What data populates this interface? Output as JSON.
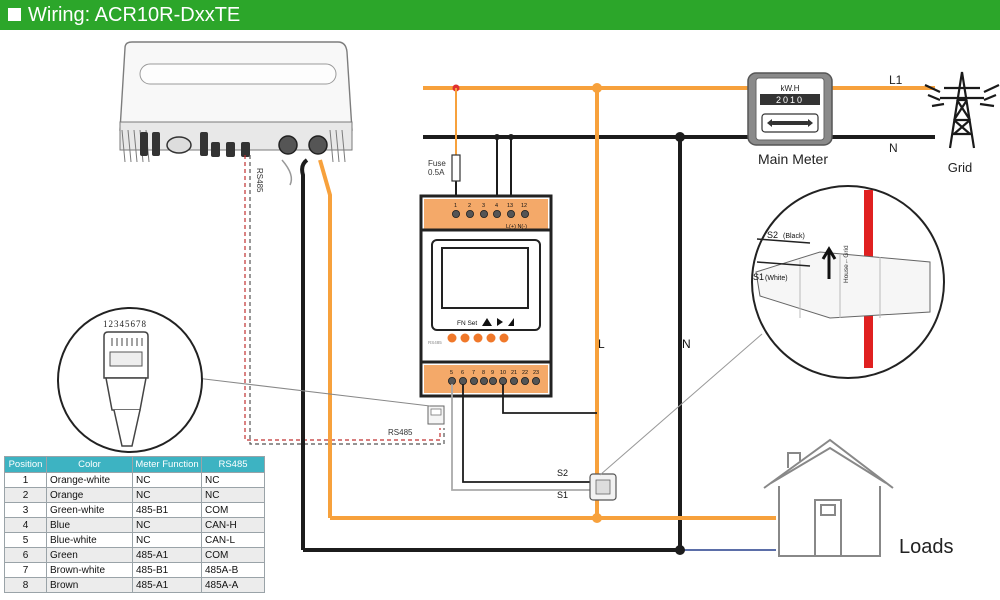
{
  "header": {
    "title": "Wiring: ACR10R-DxxTE"
  },
  "labels": {
    "rs485_inverter": "RS485",
    "rs485_plug": "RS485",
    "fuse": "Fuse",
    "fuse_rating": "0.5A",
    "line_l": "L",
    "line_n": "N",
    "grid_l1": "L1",
    "grid_n": "N",
    "main_meter": "Main Meter",
    "grid": "Grid",
    "loads": "Loads",
    "ct_s2": "S2",
    "ct_s1": "S1",
    "zoom_s2": "S2",
    "zoom_s2_color": "(Black)",
    "zoom_s1": "S1",
    "zoom_s1_color": "(White)",
    "ct_arrow_text": "House←Grid",
    "rj45_pins": "12345678"
  },
  "main_meter": {
    "unit": "kW.H",
    "reading": "2010"
  },
  "meter_device": {
    "top_terminals": [
      "1",
      "2",
      "3",
      "4",
      "13",
      "12"
    ],
    "top_terminal_note": "L(+) N(-)",
    "bottom_terminals": [
      "5",
      "6",
      "7",
      "8",
      "9",
      "10",
      "21",
      "22",
      "23"
    ],
    "keypad_label": "FN Set",
    "side_text": "RS485"
  },
  "table": {
    "headers": [
      "Position",
      "Color",
      "Meter Function",
      "RS485"
    ],
    "rows": [
      {
        "position": "1",
        "color": "Orange-white",
        "function": "NC",
        "rs485": "NC"
      },
      {
        "position": "2",
        "color": "Orange",
        "function": "NC",
        "rs485": "NC"
      },
      {
        "position": "3",
        "color": "Green-white",
        "function": "485-B1",
        "rs485": "COM"
      },
      {
        "position": "4",
        "color": "Blue",
        "function": "NC",
        "rs485": "CAN-H"
      },
      {
        "position": "5",
        "color": "Blue-white",
        "function": "NC",
        "rs485": "CAN-L"
      },
      {
        "position": "6",
        "color": "Green",
        "function": "485-A1",
        "rs485": "COM"
      },
      {
        "position": "7",
        "color": "Brown-white",
        "function": "485-B1",
        "rs485": "485A-B"
      },
      {
        "position": "8",
        "color": "Brown",
        "function": "485-A1",
        "rs485": "485A-A"
      }
    ]
  },
  "colors": {
    "header": "#2ca62a",
    "live_wire": "#f7a13c",
    "neutral_wire": "#1c1c1c",
    "meter_accent": "#f08a30",
    "table_header": "#3db3c2",
    "ct_red": "#e02020",
    "rs485_dashes": "#c03030"
  },
  "icons": [
    "inverter-icon",
    "smart-meter-icon",
    "main-meter-icon",
    "grid-tower-icon",
    "house-icon",
    "ct-clamp-icon",
    "rj45-plug-icon",
    "fuse-icon"
  ]
}
